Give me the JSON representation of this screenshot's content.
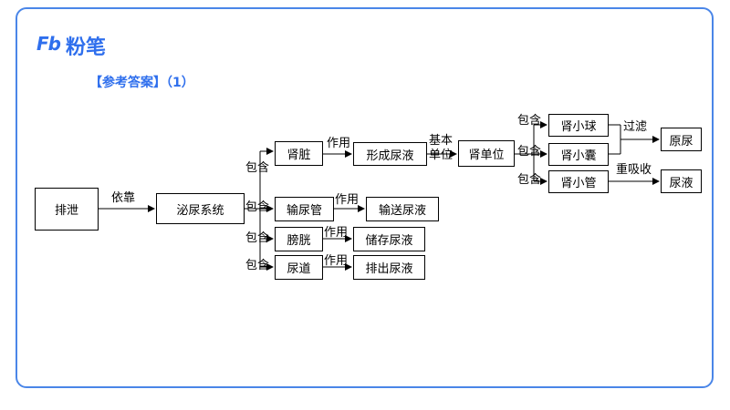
{
  "header": {
    "logo_mark": "Fb",
    "logo_text": "粉笔",
    "answer_title": "【参考答案】（1）"
  },
  "nodes": {
    "paixie": "排泄",
    "miniao": "泌尿系统",
    "shenzang": "肾脏",
    "shuniaoguan": "输尿管",
    "pangguang": "膀胱",
    "niaodao": "尿道",
    "xingcheng": "形成尿液",
    "shusong": "输送尿液",
    "chucun": "储存尿液",
    "paichu": "排出尿液",
    "shendanwei": "肾单位",
    "shenxiaoqiu": "肾小球",
    "shenxiaonang": "肾小囊",
    "shenxiaoguan": "肾小管",
    "yuanniao": "原尿",
    "niaoye": "尿液"
  },
  "edges": {
    "yikao": "依靠",
    "baohan": "包含",
    "zuoyong": "作用",
    "jiben_1": "基本",
    "jiben_2": "单位",
    "guolv": "过滤",
    "chongxishou": "重吸收"
  }
}
